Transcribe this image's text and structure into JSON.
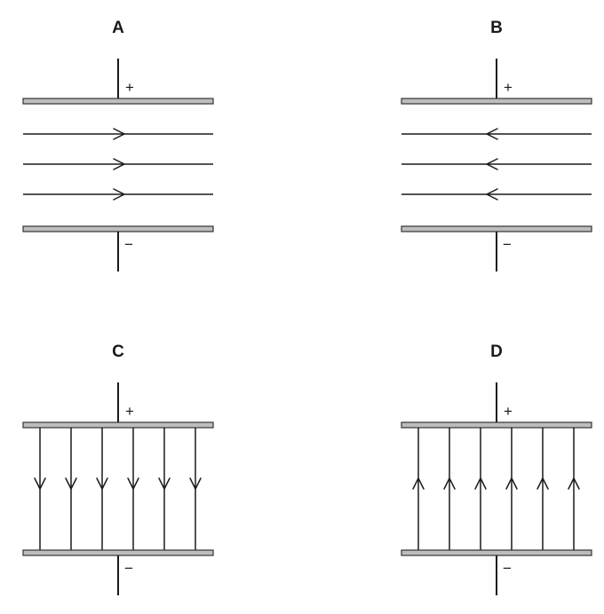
{
  "diagram": {
    "colors": {
      "plate_fill": "#bdbdbd",
      "plate_stroke": "#333333",
      "line": "#1a1a1a",
      "background": "#ffffff"
    },
    "panels": [
      {
        "id": "A",
        "label": "A",
        "top_sign": "+",
        "bottom_sign": "−",
        "field_orientation": "horizontal",
        "arrow_direction": "right",
        "field_line_count": 3
      },
      {
        "id": "B",
        "label": "B",
        "top_sign": "+",
        "bottom_sign": "−",
        "field_orientation": "horizontal",
        "arrow_direction": "left",
        "field_line_count": 3
      },
      {
        "id": "C",
        "label": "C",
        "top_sign": "+",
        "bottom_sign": "−",
        "field_orientation": "vertical",
        "arrow_direction": "down",
        "field_line_count": 6
      },
      {
        "id": "D",
        "label": "D",
        "top_sign": "+",
        "bottom_sign": "−",
        "field_orientation": "vertical",
        "arrow_direction": "up",
        "field_line_count": 6
      }
    ]
  }
}
